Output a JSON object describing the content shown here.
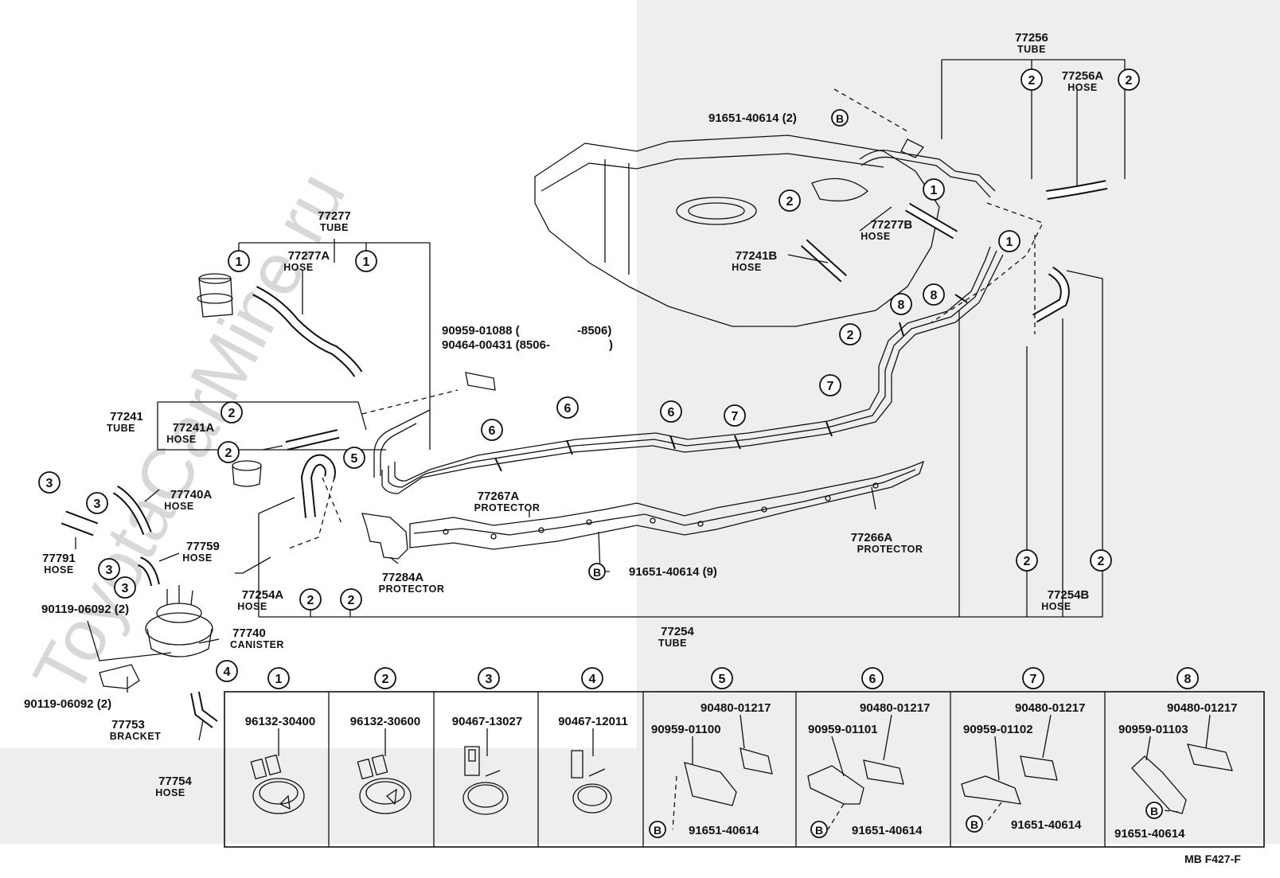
{
  "watermark": "ToyotaCarMine.ru",
  "footer": "MB  F427-F",
  "labels": [
    {
      "name": "77256",
      "part": "77256",
      "sub": "TUBE"
    },
    {
      "name": "77256A",
      "part": "77256A",
      "sub": "HOSE"
    },
    {
      "name": "77277",
      "part": "77277",
      "sub": "TUBE"
    },
    {
      "name": "77277A",
      "part": "77277A",
      "sub": "HOSE"
    },
    {
      "name": "77277B",
      "part": "77277B",
      "sub": "HOSE"
    },
    {
      "name": "77241B",
      "part": "77241B",
      "sub": "HOSE"
    },
    {
      "name": "77241",
      "part": "77241",
      "sub": "TUBE"
    },
    {
      "name": "77241A",
      "part": "77241A",
      "sub": "HOSE"
    },
    {
      "name": "77740A",
      "part": "77740A",
      "sub": "HOSE"
    },
    {
      "name": "77759",
      "part": "77759",
      "sub": "HOSE"
    },
    {
      "name": "77791",
      "part": "77791",
      "sub": "HOSE"
    },
    {
      "name": "77267A",
      "part": "77267A",
      "sub": "PROTECTOR"
    },
    {
      "name": "77266A",
      "part": "77266A",
      "sub": "PROTECTOR"
    },
    {
      "name": "77284A",
      "part": "77284A",
      "sub": "PROTECTOR"
    },
    {
      "name": "77254A",
      "part": "77254A",
      "sub": "HOSE"
    },
    {
      "name": "77254B",
      "part": "77254B",
      "sub": "HOSE"
    },
    {
      "name": "77254",
      "part": "77254",
      "sub": "TUBE"
    },
    {
      "name": "77740",
      "part": "77740",
      "sub": "CANISTER"
    },
    {
      "name": "77753",
      "part": "77753",
      "sub": "BRACKET"
    },
    {
      "name": "77754",
      "part": "77754",
      "sub": "HOSE"
    }
  ],
  "bolts": {
    "b_top": "91651-40614 (2)",
    "b_mid": "91651-40614 (9)",
    "p1": "90959-01088 (",
    "p1_end": "-8506)",
    "p2": "90464-00431 (8506-",
    "p2_end": ")",
    "screw1": "90119-06092 (2)",
    "screw2": "90119-06092 (2)",
    "b_letter": "B"
  },
  "legend": [
    {
      "num": "1",
      "part": "96132-30400"
    },
    {
      "num": "2",
      "part": "96132-30600"
    },
    {
      "num": "3",
      "part": "90467-13027"
    },
    {
      "num": "4",
      "part": "90467-12011"
    },
    {
      "num": "5",
      "clip": "90480-01217",
      "bracket": "90959-01100",
      "bolt": "91651-40614"
    },
    {
      "num": "6",
      "clip": "90480-01217",
      "bracket": "90959-01101",
      "bolt": "91651-40614"
    },
    {
      "num": "7",
      "clip": "90480-01217",
      "bracket": "90959-01102",
      "bolt": "91651-40614"
    },
    {
      "num": "8",
      "clip": "90480-01217",
      "bracket": "90959-01103",
      "bolt": "91651-40614"
    }
  ],
  "callouts": {
    "c1": "1",
    "c2": "2",
    "c3": "3",
    "c4": "4",
    "c5": "5",
    "c6": "6",
    "c7": "7",
    "c8": "8"
  }
}
